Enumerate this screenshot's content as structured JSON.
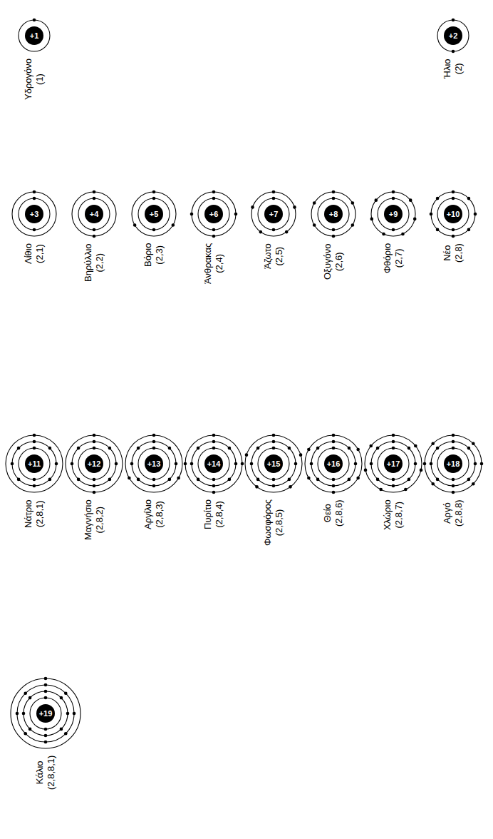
{
  "diagram": {
    "nodes": [
      {
        "text": [
          "Υδρογόνο",
          "(1)"
        ]
      },
      {
        "text": [
          "+1"
        ],
        "in": 0
      },
      {
        "text": [
          "Ήλιο",
          "(2)"
        ]
      },
      {
        "text": [
          "+2"
        ],
        "in": 2
      },
      {
        "text": [
          "Λίθιο",
          "(2,1)"
        ]
      },
      {
        "text": [
          "+3"
        ],
        "in": 4
      },
      {
        "text": [
          "Βηρύλλιο",
          "(2,2)"
        ]
      },
      {
        "text": [
          "+4"
        ],
        "in": 6
      },
      {
        "text": [
          "Βόριο",
          "(2,3)"
        ]
      },
      {
        "text": [
          "+5"
        ],
        "in": 8
      },
      {
        "text": [
          "Άνθρακας",
          "(2,4)"
        ]
      },
      {
        "text": [
          "+6"
        ],
        "in": 10
      },
      {
        "text": [
          "Άζωτο",
          "(2,5)"
        ]
      },
      {
        "text": [
          "+7"
        ],
        "in": 12
      },
      {
        "text": [
          "Οξυγόνο",
          "(2,6)"
        ]
      },
      {
        "text": [
          "+8"
        ],
        "in": 14
      },
      {
        "text": [
          "Φθόριο",
          "(2,7)"
        ]
      },
      {
        "text": [
          "+9"
        ],
        "in": 16
      },
      {
        "text": [
          "Νέο",
          "(2,8)"
        ]
      },
      {
        "text": [
          "+10"
        ],
        "in": 18
      },
      {
        "text": [
          "Νάτριο",
          "(2,8,1)"
        ]
      },
      {
        "text": [
          "+11"
        ],
        "in": 20
      },
      {
        "text": [
          "Μαγνήσιο",
          "(2,8,2)"
        ]
      },
      {
        "text": [
          "+12"
        ],
        "in": 22
      },
      {
        "text": [
          "Αργίλιο",
          "(2,8,3)"
        ]
      },
      {
        "text": [
          "+13"
        ],
        "in": 24
      },
      {
        "text": [
          "Πυρίτιο",
          "(2,8,4)"
        ]
      },
      {
        "text": [
          "+14"
        ],
        "in": 26
      },
      {
        "text": [
          "Φωσφόρος",
          "(2,8,5)"
        ]
      },
      {
        "text": [
          "+15"
        ],
        "in": 28
      },
      {
        "text": [
          "Θείο",
          "(2,8,6)"
        ]
      },
      {
        "text": [
          "+16"
        ],
        "in": 30
      },
      {
        "text": [
          "Χλώριο",
          "(2,8,7)"
        ]
      },
      {
        "text": [
          "+17"
        ],
        "in": 32
      },
      {
        "text": [
          "Αργό",
          "(2,8,8)"
        ]
      },
      {
        "text": [
          "+18"
        ],
        "in": 34
      },
      {
        "text": [
          "Κάλιο",
          "(2,8,8,1)"
        ]
      },
      {
        "text": [
          "+19"
        ],
        "in": 36
      }
    ]
  }
}
